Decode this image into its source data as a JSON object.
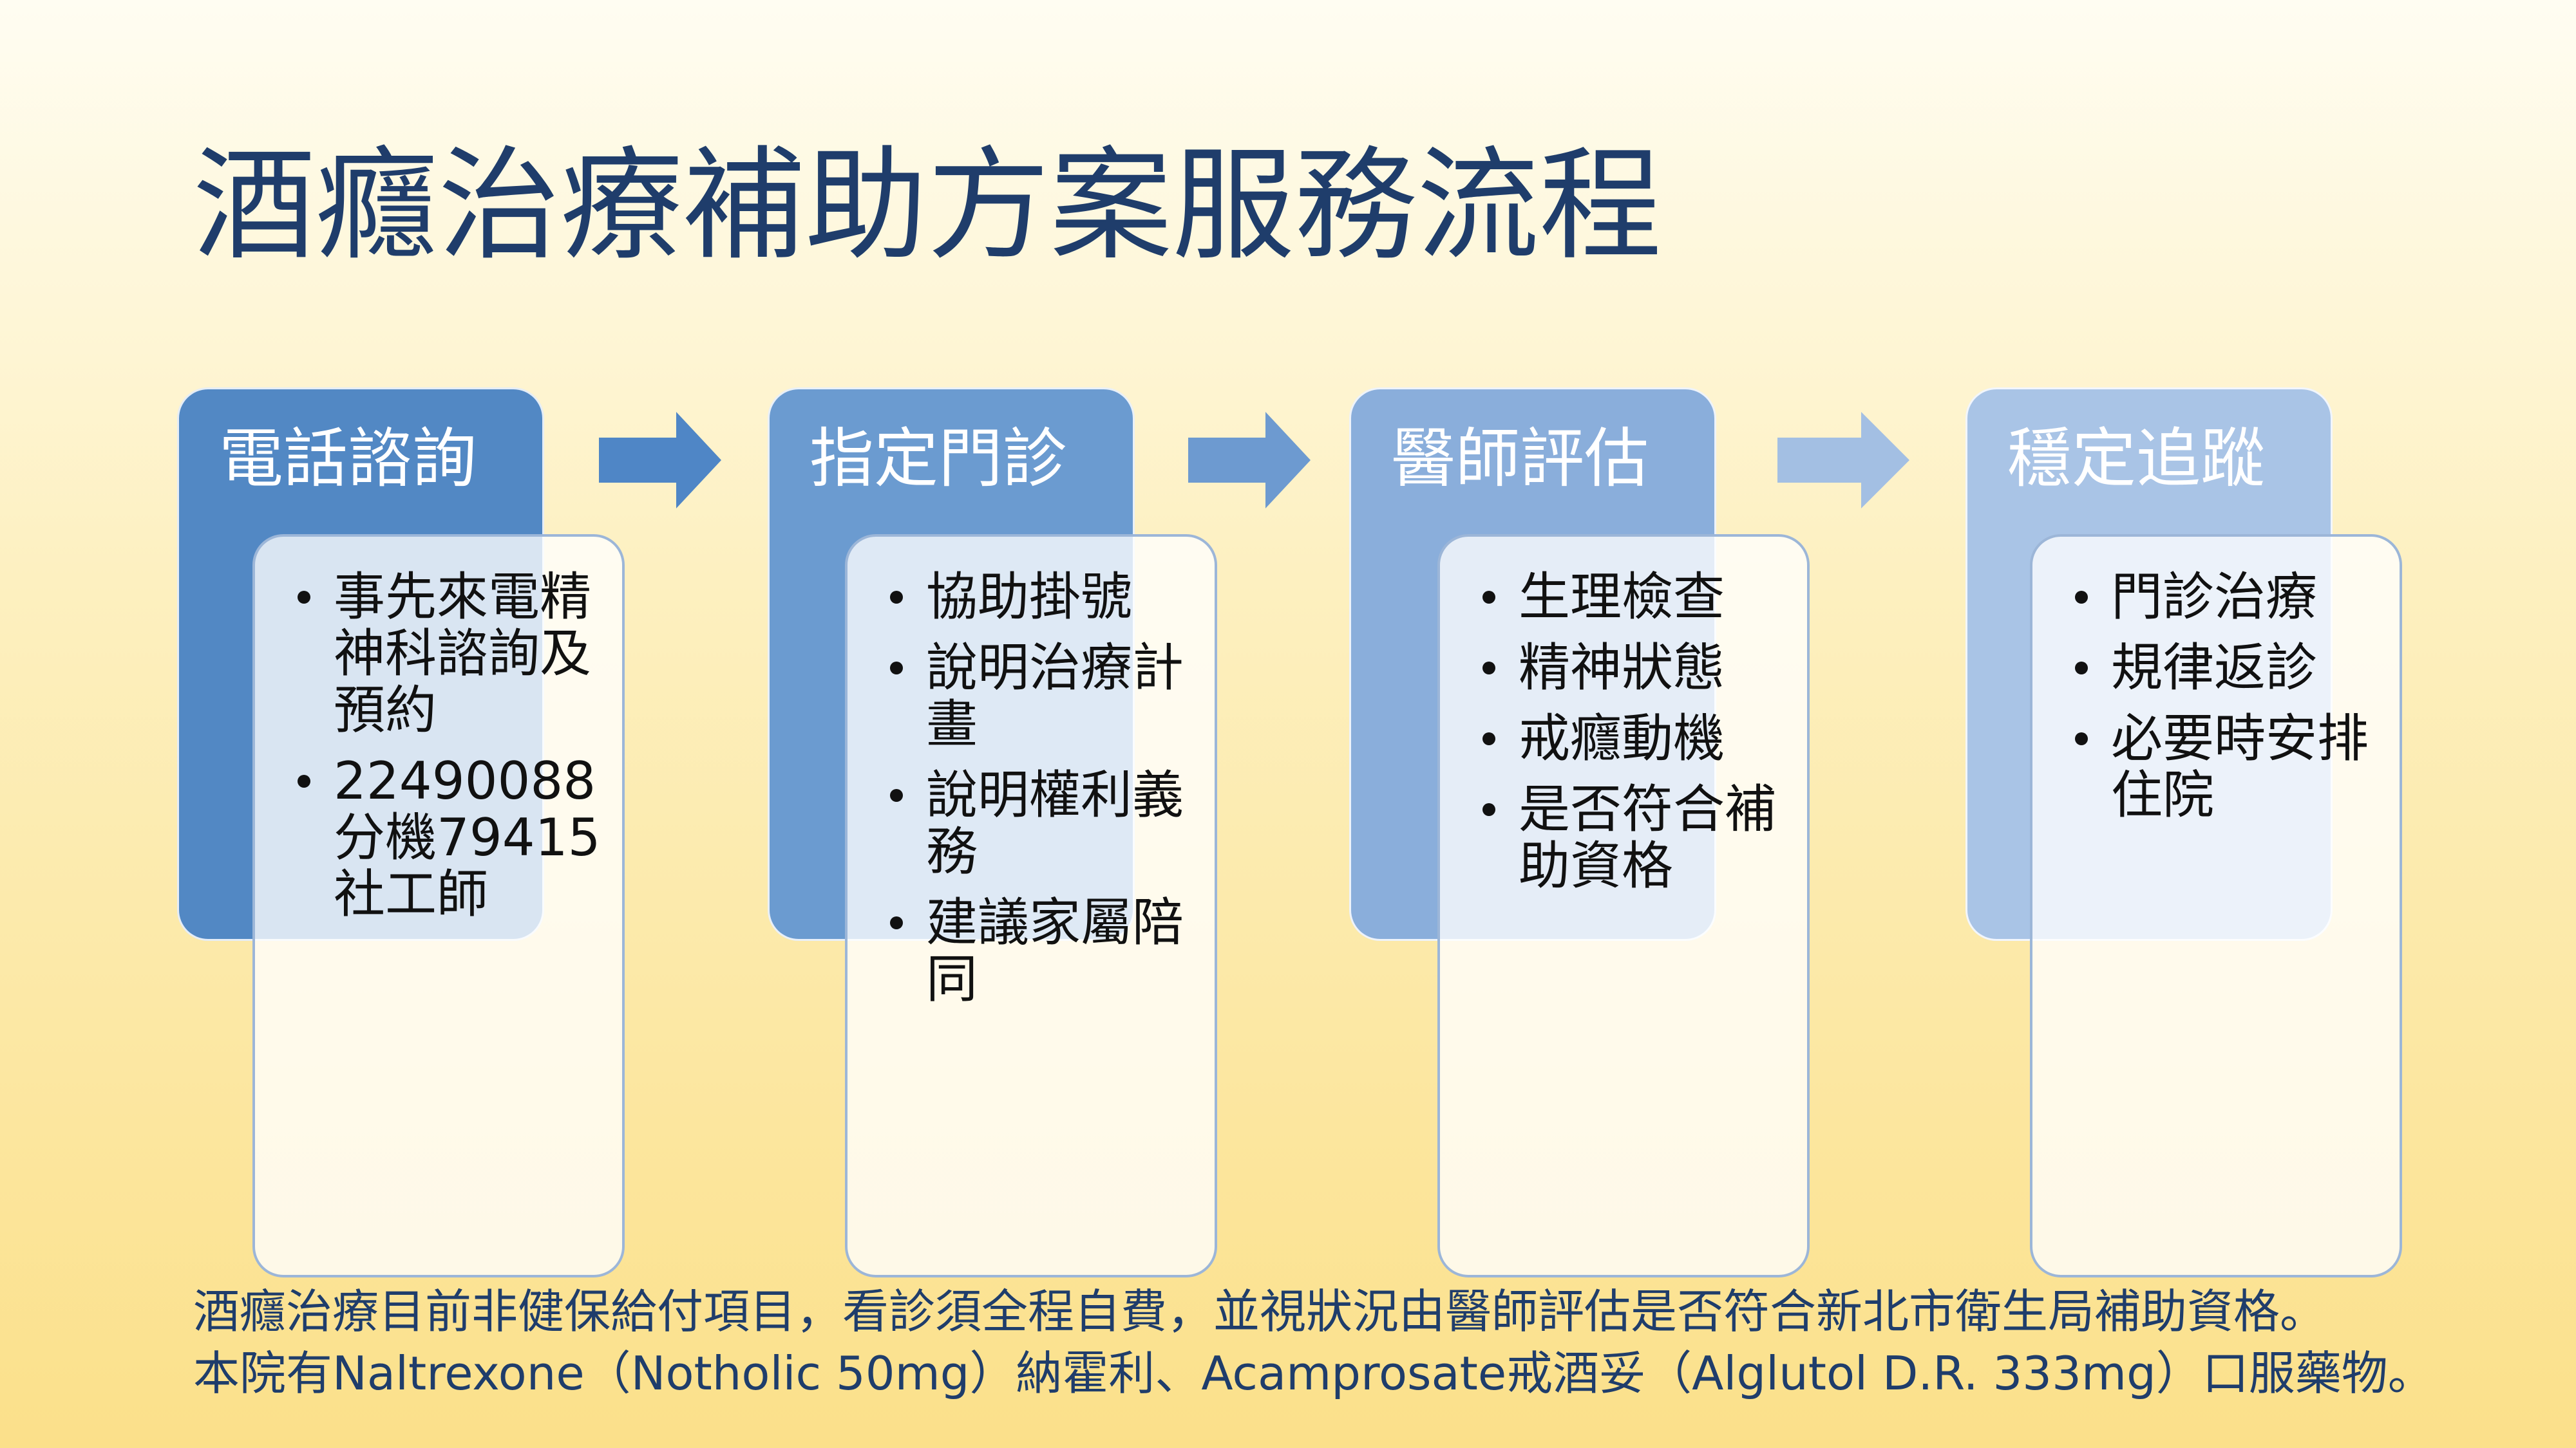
{
  "title": "酒癮治療補助方案服務流程",
  "colors": {
    "title": "#1f3d6b",
    "step1": "#5288c4",
    "step2": "#6b9bd0",
    "step3": "#8aaedb",
    "step4": "#a9c4e6"
  },
  "steps": [
    {
      "label": "電話諮詢",
      "items": [
        "事先來電精神科諮詢及預約",
        "22490088分機79415社工師"
      ]
    },
    {
      "label": "指定門診",
      "items": [
        "協助掛號",
        "說明治療計畫",
        "說明權利義務",
        "建議家屬陪同"
      ]
    },
    {
      "label": "醫師評估",
      "items": [
        "生理檢查",
        "精神狀態",
        "戒癮動機",
        "是否符合補助資格"
      ]
    },
    {
      "label": "穩定追蹤",
      "items": [
        "門診治療",
        "規律返診",
        "必要時安排住院"
      ]
    }
  ],
  "note": {
    "line1": "酒癮治療目前非健保給付項目，看診須全程自費，並視狀況由醫師評估是否符合新北市衛生局補助資格。",
    "line2": "本院有Naltrexone（Notholic 50mg）納霍利、Acamprosate戒酒妥（Alglutol D.R. 333mg）口服藥物。"
  }
}
